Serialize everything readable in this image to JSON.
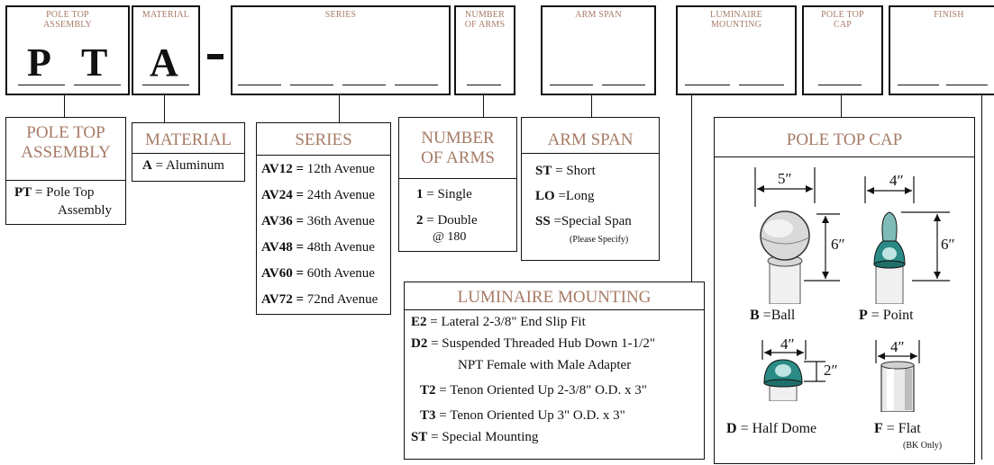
{
  "header": {
    "pole_top_assembly": {
      "label": "POLE TOP ASSEMBLY",
      "letters": [
        "P",
        "T"
      ]
    },
    "material": {
      "label": "MATERIAL",
      "letter": "A"
    },
    "separator": "-",
    "series": {
      "label": "SERIES"
    },
    "number_of_arms": {
      "label": "NUMBER OF ARMS"
    },
    "arm_span": {
      "label": "ARM SPAN"
    },
    "luminaire_mounting": {
      "label": "LUMINAIRE MOUNTING"
    },
    "pole_top_cap": {
      "label": "POLE TOP CAP"
    },
    "finish": {
      "label": "FINISH"
    }
  },
  "pole_top_assembly": {
    "title_1": "POLE TOP",
    "title_2": "ASSEMBLY",
    "code": "PT",
    "desc_1": " = Pole Top",
    "desc_2": "Assembly"
  },
  "material": {
    "title": "MATERIAL",
    "code": "A",
    "desc": " = Aluminum"
  },
  "series": {
    "title": "SERIES",
    "items": [
      {
        "code": "AV12 =",
        "desc": " 12th Avenue"
      },
      {
        "code": "AV24 =",
        "desc": " 24th Avenue"
      },
      {
        "code": "AV36 =",
        "desc": " 36th Avenue"
      },
      {
        "code": "AV48 =",
        "desc": " 48th Avenue"
      },
      {
        "code": "AV60 =",
        "desc": " 60th Avenue"
      },
      {
        "code": "AV72 =",
        "desc": " 72nd Avenue"
      }
    ]
  },
  "number_of_arms": {
    "title_1": "NUMBER",
    "title_2": "OF ARMS",
    "items": [
      {
        "code": "1",
        "desc": " = Single"
      },
      {
        "code": "2",
        "desc": " = Double"
      }
    ],
    "note": "@ 180"
  },
  "arm_span": {
    "title": "ARM SPAN",
    "items": [
      {
        "code": "ST",
        "desc": " = Short"
      },
      {
        "code": "LO",
        "desc": " =Long"
      },
      {
        "code": "SS",
        "desc": " =Special Span"
      }
    ],
    "note": "(Please Specify)"
  },
  "luminaire_mounting": {
    "title": "LUMINAIRE MOUNTING",
    "items": [
      {
        "code": "E2",
        "desc": " = Lateral 2-3/8\" End Slip Fit"
      },
      {
        "code": "D2",
        "desc": " = Suspended Threaded Hub Down 1-1/2\""
      },
      {
        "code": "",
        "desc": "NPT Female with Male Adapter"
      },
      {
        "code": "T2",
        "desc": " = Tenon Oriented Up  2-3/8\" O.D. x 3\""
      },
      {
        "code": "T3",
        "desc": " = Tenon Oriented Up  3\" O.D. x 3\""
      },
      {
        "code": "ST",
        "desc": " = Special Mounting"
      }
    ]
  },
  "pole_top_cap": {
    "title": "POLE TOP CAP",
    "ball": {
      "code": "B",
      "desc": " =Ball",
      "width": "5″",
      "height": "6″"
    },
    "point": {
      "code": "P",
      "desc": " = Point",
      "width": "4″",
      "height": "6″"
    },
    "half_dome": {
      "code": "D",
      "desc": " = Half Dome",
      "width": "4″",
      "height": "2″"
    },
    "flat": {
      "code": "F",
      "desc": " = Flat",
      "width": "4″",
      "note": "(BK Only)"
    }
  },
  "colors": {
    "label": "#a67b65",
    "teal": "#2a8a86",
    "ink": "#111111"
  }
}
